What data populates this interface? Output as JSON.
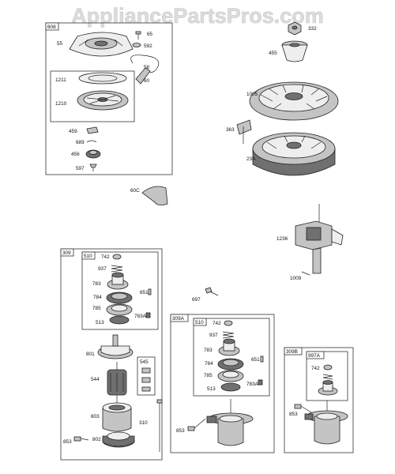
{
  "watermark": "AppliancePartsPros.com",
  "groups": {
    "g608": "608",
    "g1211": "1211",
    "g309": "309",
    "g510a": "510",
    "g545": "545",
    "g309A": "309A",
    "g510b": "510",
    "g309B": "309B",
    "g997A": "997A"
  },
  "callouts": {
    "c55": "55",
    "c65": "65",
    "c592": "592",
    "c58": "58",
    "c60": "60",
    "c1211": "1211",
    "c1210": "1210",
    "c459": "459",
    "c689": "689",
    "c456": "456",
    "c597": "597",
    "c60C": "60C",
    "c332": "332",
    "c455": "455",
    "c1005": "1005",
    "c363": "363",
    "c23A": "23A",
    "c1236": "1236",
    "c1009": "1009",
    "c697": "697",
    "a742": "742",
    "a937": "937",
    "a783": "783",
    "a784": "784",
    "a651": "651",
    "a785": "785",
    "a513": "513",
    "a783A": "783A",
    "c801": "801",
    "c544": "544",
    "c803": "803",
    "c310": "310",
    "c853a": "853",
    "c802": "802",
    "b742": "742",
    "b937": "937",
    "b783": "783",
    "b784": "784",
    "b651": "651",
    "b785": "785",
    "b513": "513",
    "b783A": "783A",
    "c853b": "853",
    "d742": "742",
    "c853c": "853"
  }
}
